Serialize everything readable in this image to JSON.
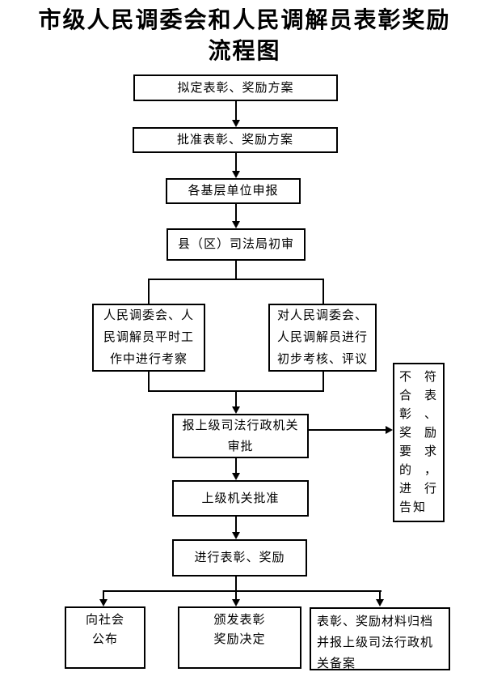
{
  "title": {
    "line1": "市级人民调委会和人民调解员表彰奖励",
    "line2": "流程图"
  },
  "nodes": {
    "draft": {
      "label": "拟定表彰、奖励方案"
    },
    "approve_plan": {
      "label": "批准表彰、奖励方案"
    },
    "unit_declare": {
      "label": "各基层单位申报"
    },
    "county_review": {
      "label": "县（区）司法局初审"
    },
    "daily_inspection": {
      "label": "人民调委会、人\n民调解员平时工\n作中进行考察"
    },
    "preliminary_assessment": {
      "label": "对人民调委会、\n人民调解员进行\n初步考核、评议"
    },
    "report_approval": {
      "label": "报上级司法行政机关\n审批"
    },
    "notify_noncompliance": {
      "label": "不符合表彰、奖励要求的，进行告知"
    },
    "higher_approval": {
      "label": "上级机关批准"
    },
    "carry_out_reward": {
      "label": "进行表彰、奖励"
    },
    "announce_public": {
      "label": "向社会\n公布"
    },
    "issue_decision": {
      "label": "颁发表彰\n奖励决定"
    },
    "archive_record": {
      "label": "表彰、奖励材料归档\n并报上级司法行政机\n关备案"
    }
  },
  "colors": {
    "line": "#000000",
    "background": "#ffffff",
    "text": "#000000"
  }
}
